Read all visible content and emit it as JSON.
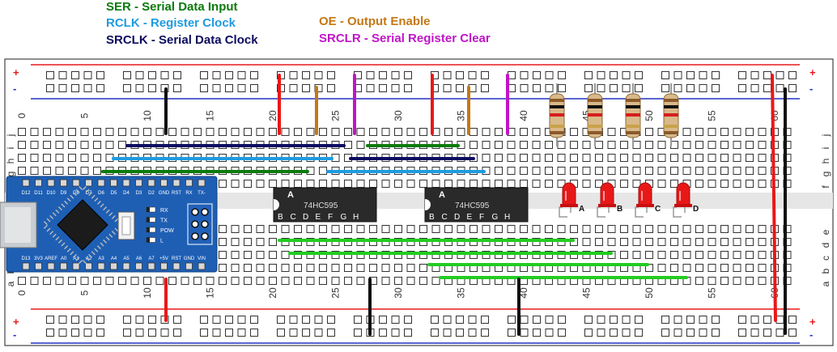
{
  "legend": {
    "ser": {
      "text": "SER - Serial Data Input",
      "color": "#0b7a0b"
    },
    "rclk": {
      "text": "RCLK - Register Clock",
      "color": "#1e9be0"
    },
    "srclk": {
      "text": "SRCLK - Serial Data Clock",
      "color": "#0c0c60"
    },
    "oe": {
      "text": "OE - Output Enable",
      "color": "#c47814"
    },
    "srclr": {
      "text": "SRCLR - Serial Register Clear",
      "color": "#c014c8"
    }
  },
  "breadboard": {
    "row_letters_top": [
      "j",
      "i",
      "h",
      "g",
      "f"
    ],
    "row_letters_bottom": [
      "e",
      "d",
      "c",
      "b",
      "a"
    ],
    "column_numbers": [
      "0",
      "5",
      "10",
      "15",
      "20",
      "25",
      "30",
      "35",
      "40",
      "45",
      "50",
      "55",
      "60"
    ],
    "rail_plus": "+",
    "rail_minus": "-"
  },
  "arduino": {
    "top_pins": [
      "D12",
      "D11",
      "D10",
      "D9",
      "D8",
      "D7",
      "D6",
      "D5",
      "D4",
      "D3",
      "D2",
      "GND",
      "RST",
      "RX",
      "TX-"
    ],
    "bottom_pins": [
      "D13",
      "3V3",
      "AREF",
      "A0",
      "A1",
      "A2",
      "A3",
      "A4",
      "A5",
      "A6",
      "A7",
      "+5V",
      "RST",
      "GND",
      "VIN"
    ],
    "leds": [
      "RX",
      "TX",
      "POW",
      "L"
    ]
  },
  "chips": [
    {
      "label": "74HC595",
      "pin1": "A",
      "pins": [
        "B",
        "C",
        "D",
        "E",
        "F",
        "G",
        "H"
      ]
    },
    {
      "label": "74HC595",
      "pin1": "A",
      "pins": [
        "B",
        "C",
        "D",
        "E",
        "F",
        "G",
        "H"
      ]
    }
  ],
  "led_labels": [
    "A",
    "B",
    "C",
    "D"
  ],
  "colors": {
    "ser": "#0b7a0b",
    "rclk": "#1e9be0",
    "srclk": "#0c0c60",
    "oe": "#c47814",
    "srclr": "#c014c8",
    "power": "#e81818",
    "ground": "#111111",
    "output": "#22cc22",
    "arduino": "#1e5fb4",
    "chip": "#2a2a2a",
    "led": "#e81818"
  }
}
